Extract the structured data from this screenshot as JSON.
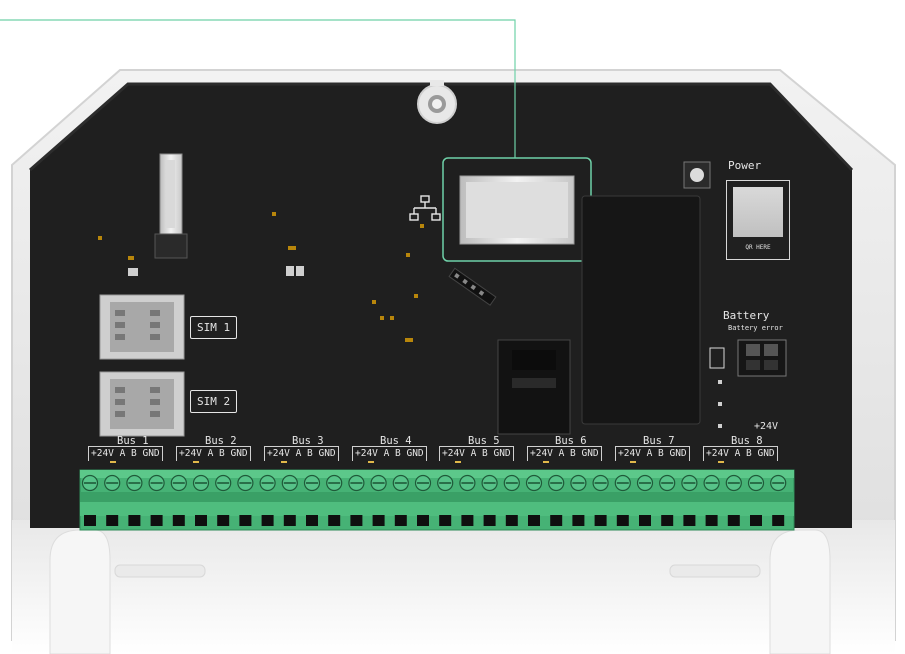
{
  "board": {
    "power_label": "Power",
    "battery_label": "Battery",
    "battery_error_label": "Battery error",
    "plus24v_label": "+24V",
    "qr_label": "QR HERE"
  },
  "sim_slots": [
    {
      "label": "SIM 1"
    },
    {
      "label": "SIM 2"
    }
  ],
  "buses": [
    {
      "name": "Bus 1",
      "pins": "+24V A B GND"
    },
    {
      "name": "Bus 2",
      "pins": "+24V A B GND"
    },
    {
      "name": "Bus 3",
      "pins": "+24V A B GND"
    },
    {
      "name": "Bus 4",
      "pins": "+24V A B GND"
    },
    {
      "name": "Bus 5",
      "pins": "+24V A B GND"
    },
    {
      "name": "Bus 6",
      "pins": "+24V A B GND"
    },
    {
      "name": "Bus 7",
      "pins": "+24V A B GND"
    },
    {
      "name": "Bus 8",
      "pins": "+24V A B GND"
    }
  ],
  "colors": {
    "pcb": "#1f1f1f",
    "enclosure": "#e9e9e9",
    "terminal_green": "#46b275",
    "callout": "#6fd1a8"
  }
}
